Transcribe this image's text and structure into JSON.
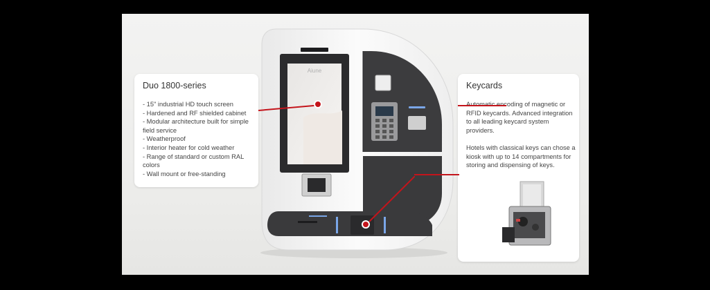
{
  "left_card": {
    "title": "Duo 1800-series",
    "features": [
      "- 15\" industrial HD touch screen",
      "- Hardened and RF shielded cabinet",
      "- Modular architecture built for simple field service",
      "- Weatherproof",
      "- Interior heater for cold weather",
      "- Range of standard or custom RAL colors",
      "- Wall mount or free-standing"
    ]
  },
  "right_card": {
    "title": "Keycards",
    "paragraph1": "Automatic encoding of magnetic or RFID keycards. Advanced integration to all leading keycard system providers.",
    "paragraph2": "Hotels with classical keys can chose a kiosk with up to 14 compartments for storing and dispensing of keys."
  },
  "kiosk": {
    "screen_text": "Aiune"
  },
  "colors": {
    "accent_red": "#c4141b",
    "background": "#000000",
    "kiosk_dark_panel": "#3c3c3e",
    "kiosk_white_shell": "#f8f8f8",
    "led_blue": "#7aa6e8"
  }
}
